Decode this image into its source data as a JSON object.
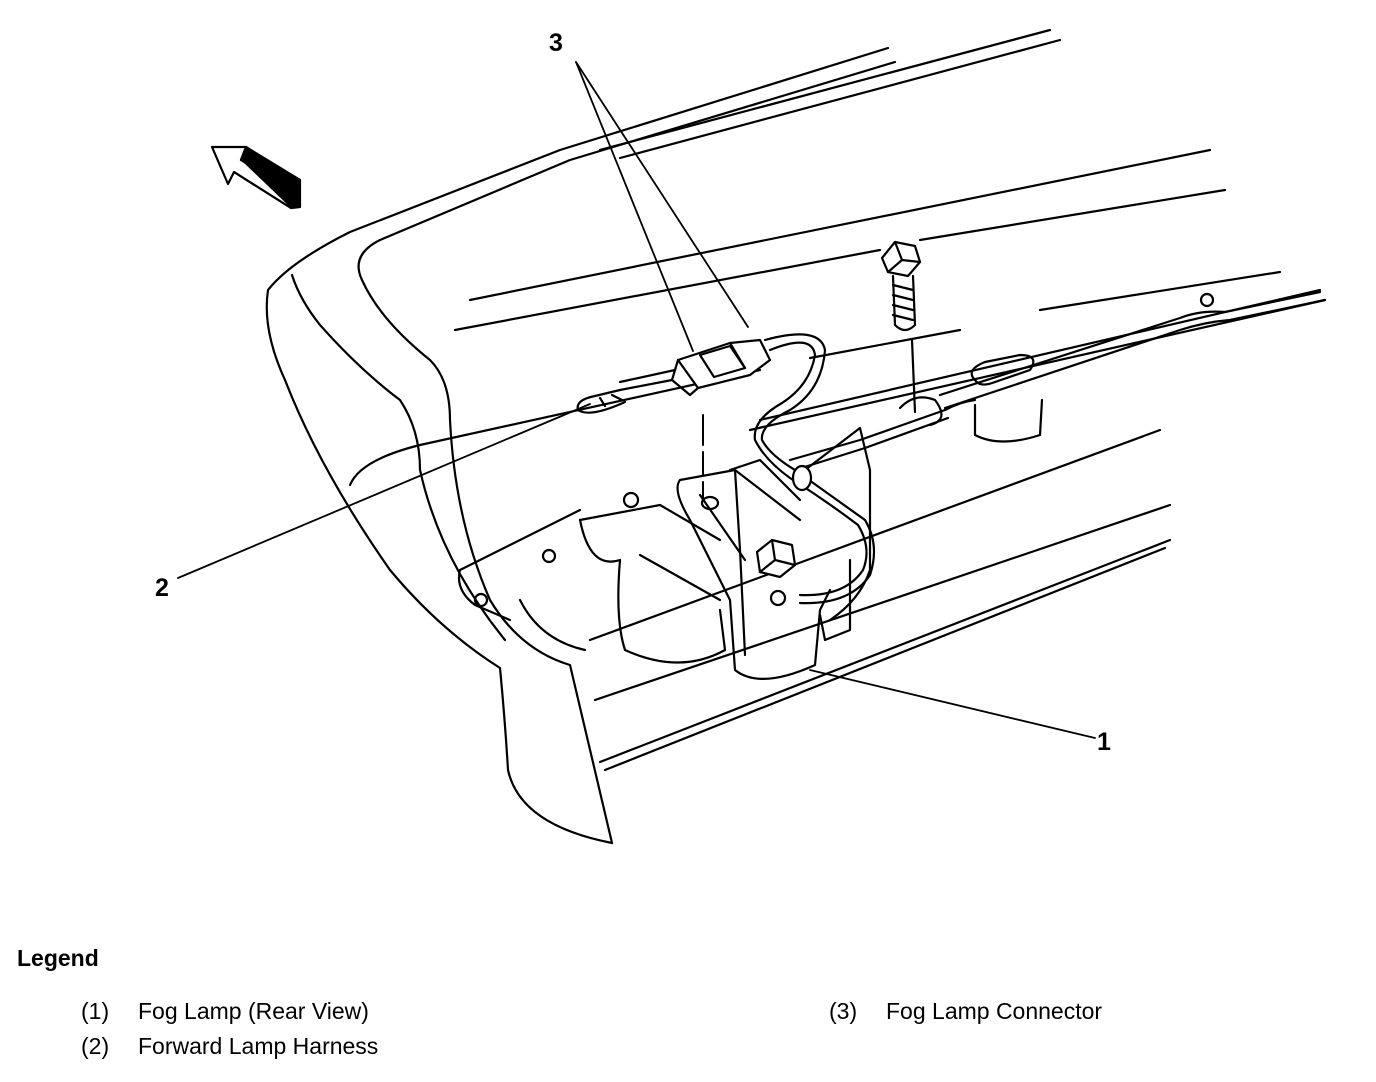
{
  "diagram": {
    "callouts": {
      "c1": "1",
      "c2": "2",
      "c3": "3"
    },
    "icons": [
      "direction-arrow-icon",
      "bolt-icon"
    ]
  },
  "legend": {
    "title": "Legend",
    "items": [
      {
        "number": "(1)",
        "label": "Fog Lamp (Rear View)"
      },
      {
        "number": "(2)",
        "label": "Forward Lamp Harness"
      },
      {
        "number": "(3)",
        "label": "Fog Lamp Connector"
      }
    ]
  },
  "colors": {
    "ink": "#000000",
    "background": "#ffffff"
  }
}
